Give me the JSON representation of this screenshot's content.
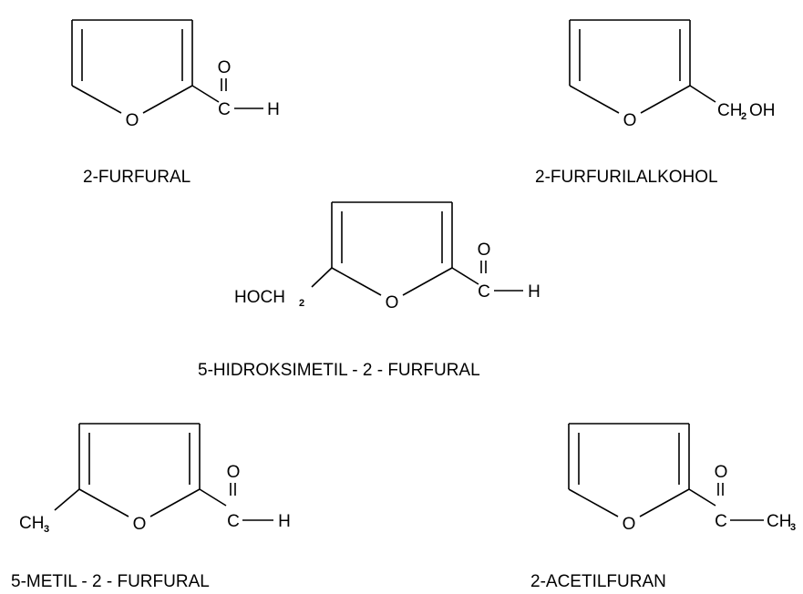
{
  "compounds": [
    {
      "name": "2-FURFURAL",
      "ring_oxygen": "O",
      "substituent": {
        "carbonyl_o": "O",
        "carbon": "C",
        "end": "H"
      }
    },
    {
      "name": "2-FURFURILALKOHOL",
      "ring_oxygen": "O",
      "substituent": {
        "group_prefix": "CH",
        "group_sub": "2",
        "group_suffix": "OH"
      }
    },
    {
      "name": "5-HIDROKSIMETIL - 2 - FURFURAL",
      "ring_oxygen": "O",
      "left_group": {
        "prefix": "HOCH",
        "sub": "2"
      },
      "substituent": {
        "carbonyl_o": "O",
        "carbon": "C",
        "end": "H"
      }
    },
    {
      "name": "5-METIL - 2 - FURFURAL",
      "ring_oxygen": "O",
      "left_group": {
        "prefix": "CH",
        "sub": "3"
      },
      "substituent": {
        "carbonyl_o": "O",
        "carbon": "C",
        "end": "H"
      }
    },
    {
      "name": "2-ACETILFURAN",
      "ring_oxygen": "O",
      "substituent": {
        "carbonyl_o": "O",
        "carbon": "C",
        "end_prefix": "CH",
        "end_sub": "3"
      }
    }
  ]
}
